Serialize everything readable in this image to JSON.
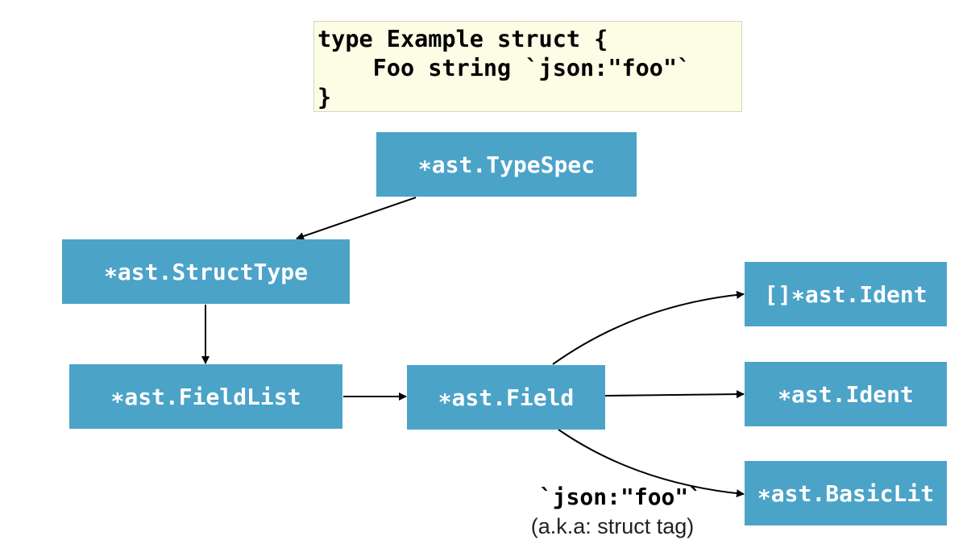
{
  "code": {
    "lines": [
      "type Example struct {",
      "    Foo string `json:\"foo\"`",
      "}"
    ]
  },
  "nodes": {
    "typespec": "∗ast.TypeSpec",
    "structtype": "∗ast.StructType",
    "fieldlist": "∗ast.FieldList",
    "field": "∗ast.Field",
    "names": "[]∗ast.Ident",
    "type_ident": "∗ast.Ident",
    "basiclit": "∗ast.BasicLit"
  },
  "annotation": {
    "code": "`json:\"foo\"`",
    "note": "(a.k.a: struct tag)"
  },
  "colors": {
    "node_fill": "#4ba3c8",
    "node_text": "#ffffff",
    "code_background": "#fdfde5",
    "edge": "#000000"
  }
}
